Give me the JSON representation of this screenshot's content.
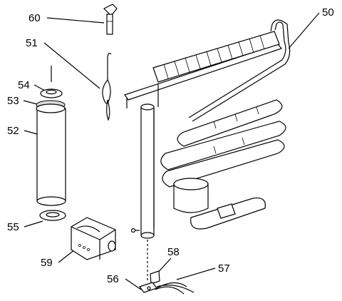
{
  "callouts": [
    {
      "id": "60",
      "label": "60"
    },
    {
      "id": "51",
      "label": "51"
    },
    {
      "id": "54",
      "label": "54"
    },
    {
      "id": "53",
      "label": "53"
    },
    {
      "id": "52",
      "label": "52"
    },
    {
      "id": "55",
      "label": "55"
    },
    {
      "id": "59",
      "label": "59"
    },
    {
      "id": "50",
      "label": "50"
    },
    {
      "id": "58",
      "label": "58"
    },
    {
      "id": "57",
      "label": "57"
    },
    {
      "id": "56",
      "label": "56"
    }
  ]
}
